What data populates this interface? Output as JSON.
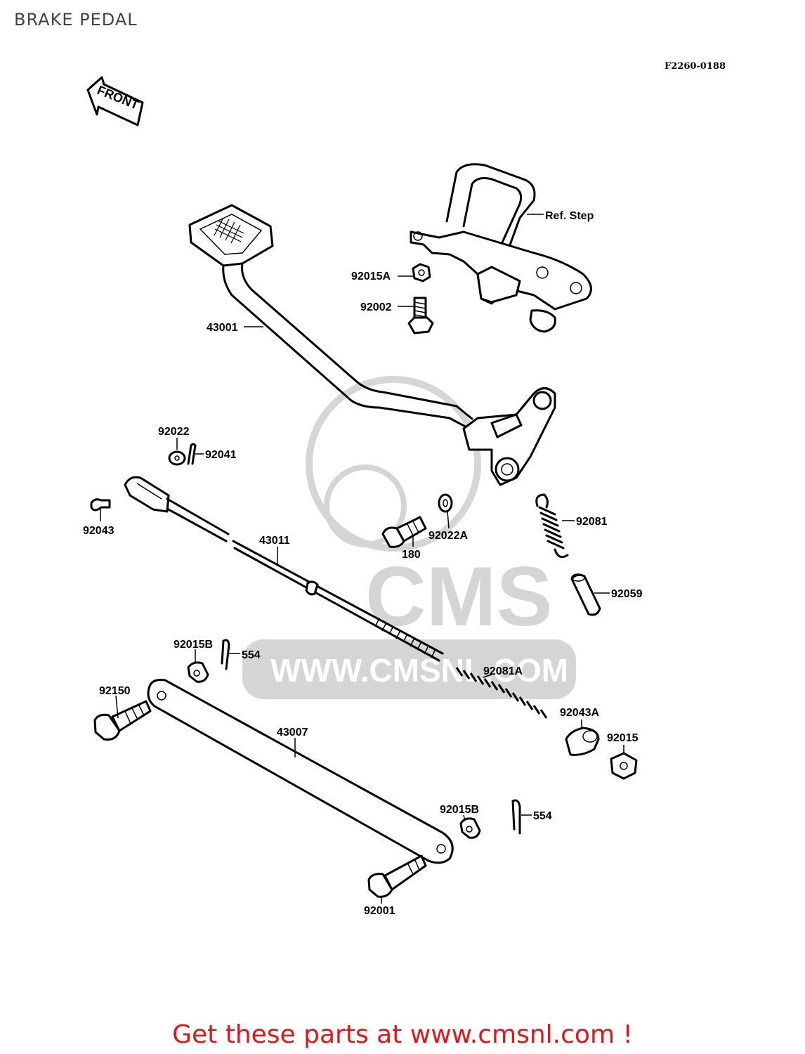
{
  "page": {
    "title": "BRAKE PEDAL"
  },
  "diagram": {
    "code": "F2260-0188",
    "front_label": "FRONT",
    "labels": {
      "ref_step": "Ref. Step",
      "p92015A": "92015A",
      "p92002": "92002",
      "p43001": "43001",
      "p92022": "92022",
      "p92041": "92041",
      "p92043": "92043",
      "p43011": "43011",
      "p180": "180",
      "p92022A": "92022A",
      "p92081": "92081",
      "p92059": "92059",
      "p92015B_top": "92015B",
      "p554_top": "554",
      "p92081A": "92081A",
      "p92150": "92150",
      "p43007": "43007",
      "p92043A": "92043A",
      "p92015": "92015",
      "p92015B_bottom": "92015B",
      "p554_bottom": "554",
      "p92001": "92001"
    },
    "watermark": {
      "brand": "CMS",
      "url": "WWW.CMSNL.COM"
    }
  },
  "footer": {
    "text": "Get these parts at www.cmsnl.com !",
    "color": "#e0161b"
  }
}
